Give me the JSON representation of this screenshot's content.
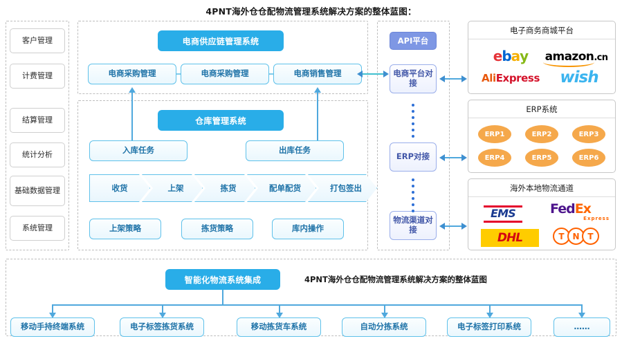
{
  "title": "4PNT海外仓仓配物流管理系统解决方案的整体蓝图：",
  "sidebar": {
    "items": [
      {
        "label": "客户管理"
      },
      {
        "label": "计费管理"
      },
      {
        "label": "结算管理"
      },
      {
        "label": "统计分析"
      },
      {
        "label": "基础数据管理"
      },
      {
        "label": "系统管理"
      }
    ]
  },
  "supply_chain": {
    "header": "电商供应链管理系统",
    "boxes": [
      {
        "label": "电商采购管理"
      },
      {
        "label": "电商采购管理"
      },
      {
        "label": "电商销售管理"
      }
    ]
  },
  "warehouse": {
    "header": "仓库管理系统",
    "tasks": [
      {
        "label": "入库任务"
      },
      {
        "label": "出库任务"
      }
    ],
    "process": [
      {
        "label": "收货"
      },
      {
        "label": "上架"
      },
      {
        "label": "拣货"
      },
      {
        "label": "配单配货"
      },
      {
        "label": "打包签出"
      }
    ],
    "strategies": [
      {
        "label": "上架策略"
      },
      {
        "label": "拣货策略"
      },
      {
        "label": "库内操作"
      }
    ]
  },
  "api": {
    "header": "API平台",
    "connectors": [
      {
        "label": "电商平台对接"
      },
      {
        "label": "ERP对接"
      },
      {
        "label": "物流渠道对接"
      }
    ]
  },
  "panels": {
    "ecommerce": {
      "title": "电子商务商城平台",
      "logos": [
        {
          "name": "ebay-logo",
          "text": "ebay"
        },
        {
          "name": "amazon-cn-logo",
          "text": "amazon.cn"
        },
        {
          "name": "aliexpress-logo",
          "text": "AliExpress"
        },
        {
          "name": "wish-logo",
          "text": "wish"
        }
      ]
    },
    "erp": {
      "title": "ERP系统",
      "items": [
        {
          "label": "ERP1"
        },
        {
          "label": "ERP2"
        },
        {
          "label": "ERP3"
        },
        {
          "label": "ERP4"
        },
        {
          "label": "ERP5"
        },
        {
          "label": "ERP6"
        }
      ]
    },
    "logistics": {
      "title": "海外本地物流通道",
      "logos": [
        {
          "name": "ems-logo",
          "text": "EMS"
        },
        {
          "name": "fedex-logo",
          "text": "FedEx",
          "sub": "Express"
        },
        {
          "name": "dhl-logo",
          "text": "DHL"
        },
        {
          "name": "tnt-logo",
          "text": "TNT"
        }
      ]
    }
  },
  "bottom": {
    "header": "智能化物流系统集成",
    "caption": "4PNT海外仓仓配物流管理系统解决方案的整体蓝图",
    "items": [
      {
        "label": "移动手持终端系统"
      },
      {
        "label": "电子标签拣货系统"
      },
      {
        "label": "移动拣货车系统"
      },
      {
        "label": "自动分拣系统"
      },
      {
        "label": "电子标签打印系统"
      },
      {
        "label": "……"
      }
    ]
  },
  "colors": {
    "primary_blue": "#29ADE8",
    "api_purple": "#7E97E4",
    "box_border": "#5FC1EA",
    "box_text": "#1f73a8",
    "erp_orange": "#F5A84B",
    "connector": "#4FA8DD"
  }
}
